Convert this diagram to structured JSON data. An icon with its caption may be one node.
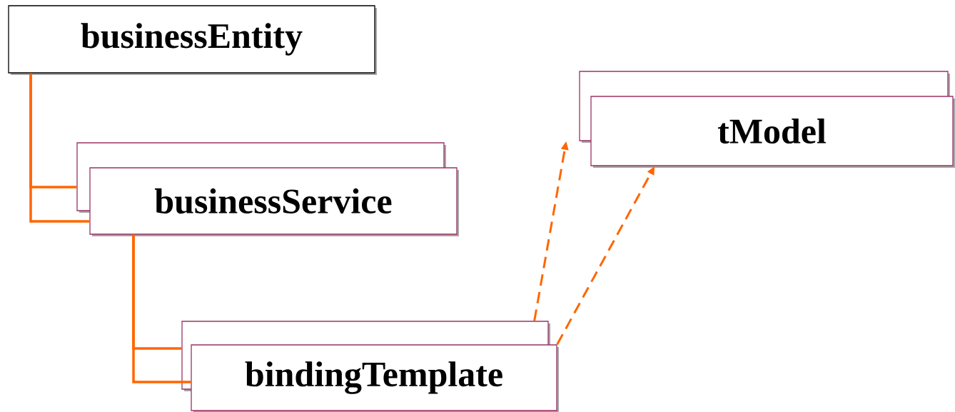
{
  "diagram": {
    "nodes": [
      {
        "text": [
          "businessEntity"
        ]
      },
      {
        "text": [],
        "shape": "box"
      },
      {
        "text": [
          "businessService"
        ]
      },
      {
        "text": [],
        "shape": "box"
      },
      {
        "text": [
          "bindingTemplate"
        ]
      },
      {
        "text": [],
        "shape": "box"
      },
      {
        "text": [
          "tModel"
        ]
      }
    ],
    "edges": [
      {
        "from": 0,
        "to": 1,
        "arrow": "none"
      },
      {
        "from": 0,
        "to": 2,
        "arrow": "none"
      },
      {
        "from": 2,
        "to": 3,
        "arrow": "none"
      },
      {
        "from": 2,
        "to": 4,
        "arrow": "none"
      },
      {
        "from": 3,
        "to": 5,
        "arrow": "to",
        "style": "dashed"
      },
      {
        "from": 4,
        "to": 6,
        "arrow": "to",
        "style": "dashed"
      }
    ]
  }
}
